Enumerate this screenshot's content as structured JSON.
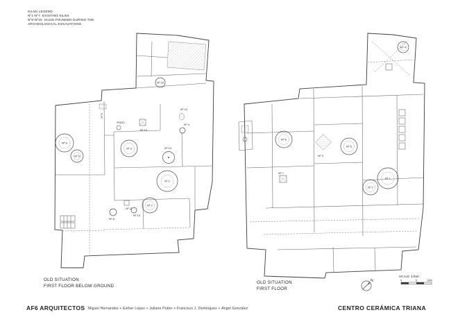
{
  "legend": {
    "lines": [
      "KILNS LEGEND",
      "Nº1-Nº7  EXISTING KILNS",
      "Nº8-Nº15  KILNS FOUNDED DURING THE",
      "ARCHEOLOGICAL EXCAVATIONS"
    ]
  },
  "plans": {
    "left": {
      "caption": [
        "OLD SITUATION",
        "FIRST FLOOR BELOW GROUND"
      ],
      "labels": {
        "pozo": "POZO"
      },
      "kilns": [
        {
          "label": "Nº 15"
        },
        {
          "label": "Nº 9"
        },
        {
          "label": "Nº 12"
        },
        {
          "label": "Nº 14"
        },
        {
          "label": "Nº 4"
        },
        {
          "label": "Nº 6"
        },
        {
          "label": "Nº 5"
        },
        {
          "label": "Nº 3"
        },
        {
          "label": "Nº 13"
        },
        {
          "label": "Nº 1"
        },
        {
          "label": "Nº 2"
        },
        {
          "label": "Nº 11"
        },
        {
          "label": "Nº 8"
        },
        {
          "label": "Nº 10"
        }
      ]
    },
    "right": {
      "caption": [
        "OLD SITUATION",
        "FIRST FLOOR"
      ],
      "kilns": [
        {
          "label": "Nº 4"
        },
        {
          "label": "Nº 6"
        },
        {
          "label": "Nº 3"
        },
        {
          "label": "Nº 5"
        },
        {
          "label": "Nº 1"
        },
        {
          "label": "Nº 2"
        },
        {
          "label": "Nº 7"
        }
      ]
    }
  },
  "scale": {
    "label": "SCALE 1/250",
    "ticks": [
      "0",
      "5",
      "10M"
    ]
  },
  "north": {
    "label": "N"
  },
  "footer": {
    "firm": "AF6 ARQUITECTOS",
    "team": "Miguel Hernandez + Esther Lopez + Juliane Potter + Francisco J. Dominguez + Ángel González",
    "project": "CENTRO CERÁMICA TRIANA"
  },
  "colors": {
    "ink": "#3a3a3a",
    "paper": "#ffffff"
  }
}
